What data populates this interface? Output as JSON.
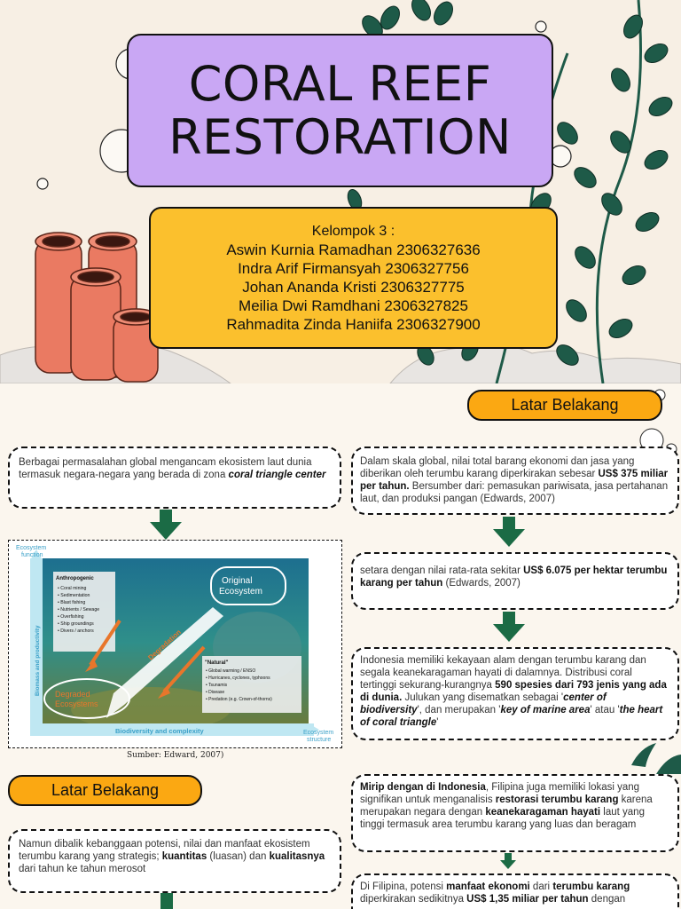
{
  "slide1": {
    "title_line1": "CORAL REEF",
    "title_line2": "RESTORATION",
    "group_label": "Kelompok 3 :",
    "members": [
      "Aswin Kurnia Ramadhan 2306327636",
      "Indra Arif Firmansyah 2306327756",
      "Johan Ananda Kristi 2306327775",
      "Meilia Dwi Ramdhani 2306327825",
      "Rahmadita Zinda Haniifa 2306327900"
    ]
  },
  "slide2": {
    "heading_right": "Latar Belakang",
    "heading_left": "Latar Belakang",
    "card_left_1": {
      "text": "Berbagai permasalahan global mengancam ekosistem laut dunia termasuk negara-negara yang berada di zona ",
      "bold_italic": "coral triangle center"
    },
    "card_right_1": {
      "t1": "Dalam skala global, nilai total barang ekonomi dan jasa yang diberikan oleh terumbu karang diperkirakan sebesar ",
      "b1": "US$ 375 miliar per tahun.",
      "t2": " Bersumber dari: pemasukan pariwisata, jasa pertahanan laut, dan produksi pangan (Edwards, 2007)"
    },
    "card_right_2": {
      "t1": "setara dengan nilai rata-rata sekitar ",
      "b1": "US$ 6.075 per hektar terumbu karang per tahun",
      "t2": " (Edwards, 2007)"
    },
    "card_right_3": {
      "t1": "Indonesia memiliki kekayaan alam dengan terumbu karang dan segala keanekaragaman hayati di dalamnya. Distribusi coral tertinggi sekurang-kurangnya ",
      "b1": "590 spesies dari 793 jenis yang ada di dunia.",
      "t2": " Julukan yang disematkan sebagai '",
      "bi1": "center of biodiversity",
      "t3": "', dan merupakan '",
      "bi2": "key of marine area",
      "t4": "' atau '",
      "bi3": "the heart of coral triangle",
      "t5": "'"
    },
    "card_right_4": {
      "b0": "Mirip dengan di Indonesia",
      "t1": ", Filipina juga memiliki lokasi yang signifikan untuk menganalisis ",
      "b1": "restorasi terumbu karang",
      "t2": " karena merupakan negara dengan ",
      "b2": "keanekaragaman hayati",
      "t3": " laut yang tinggi termasuk area terumbu karang yang luas dan beragam"
    },
    "card_right_5": {
      "t1": "Di Filipina, potensi ",
      "b1": "manfaat ekonomi",
      "t2": " dari ",
      "b2": "terumbu karang",
      "t3": " diperkirakan sedikitnya ",
      "b3": "US$ 1,35 miliar per tahun",
      "t4": " dengan"
    },
    "card_left_2": {
      "t1": "Namun dibalik kebanggaan potensi, nilai dan manfaat ekosistem terumbu karang yang strategis; ",
      "b1": "kuantitas",
      "t2": " (luasan) dan ",
      "b2": "kualitasnya",
      "t3": " dari tahun ke tahun merosot"
    },
    "figure": {
      "ylabel_top": "Ecosystem function",
      "yaxis": "Biomass and productivity",
      "xaxis": "Biodiversity and complexity",
      "xlabel_right": "Ecosystem structure",
      "original": "Original Ecosystem",
      "degraded": "Degraded Ecosystems",
      "degradation": "Degradation",
      "anthropogenic_title": "Anthropogenic",
      "anthropogenic": [
        "Coral mining",
        "Sedimentation",
        "Blast fishing",
        "Nutrients / Sewage",
        "Overfishing",
        "Ship groundings",
        "Divers / anchors"
      ],
      "natural_title": "\"Natural\"",
      "natural": [
        "Global warming / ENSO",
        "Hurricanes, cyclones, typhoons",
        "Tsunamis",
        "Disease",
        "Predation (e.g. Crown-of-thorns)"
      ]
    },
    "caption": "Sumber: Edward, 2007)"
  },
  "colors": {
    "title_bg": "#c9a7f4",
    "members_bg": "#fbc02d",
    "pill_bg": "#fba812",
    "arrow": "#1b6b45",
    "coral": "#ea7a62",
    "seaweed": "#1e5a48"
  }
}
